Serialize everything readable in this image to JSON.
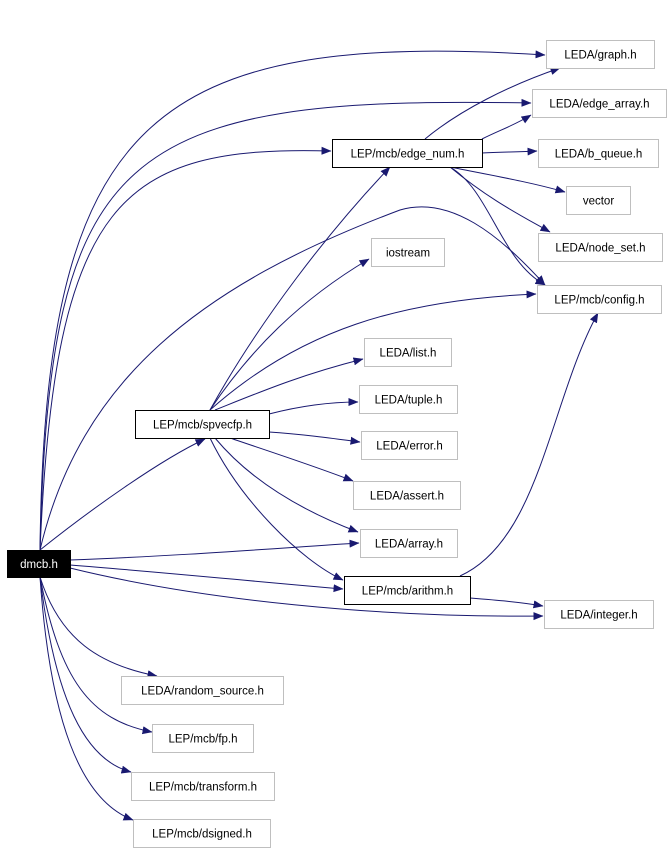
{
  "graph": {
    "root": "dmcb.h",
    "colors": {
      "edge": "#191970",
      "node_border": "#000000",
      "node_border_muted": "#bfbfbf",
      "root_fill": "#000000",
      "root_text": "#ffffff",
      "background": "#ffffff"
    },
    "nodes": [
      {
        "id": "dmcb",
        "label": "dmcb.h",
        "style": "root"
      },
      {
        "id": "graph",
        "label": "LEDA/graph.h",
        "style": "muted"
      },
      {
        "id": "edge_array",
        "label": "LEDA/edge_array.h",
        "style": "muted"
      },
      {
        "id": "edge_num",
        "label": "LEP/mcb/edge_num.h",
        "style": "black"
      },
      {
        "id": "b_queue",
        "label": "LEDA/b_queue.h",
        "style": "muted"
      },
      {
        "id": "vector",
        "label": "vector",
        "style": "muted"
      },
      {
        "id": "node_set",
        "label": "LEDA/node_set.h",
        "style": "muted"
      },
      {
        "id": "iostream",
        "label": "iostream",
        "style": "muted"
      },
      {
        "id": "config",
        "label": "LEP/mcb/config.h",
        "style": "muted"
      },
      {
        "id": "list",
        "label": "LEDA/list.h",
        "style": "muted"
      },
      {
        "id": "tuple",
        "label": "LEDA/tuple.h",
        "style": "muted"
      },
      {
        "id": "spvecfp",
        "label": "LEP/mcb/spvecfp.h",
        "style": "black"
      },
      {
        "id": "error",
        "label": "LEDA/error.h",
        "style": "muted"
      },
      {
        "id": "assert",
        "label": "LEDA/assert.h",
        "style": "muted"
      },
      {
        "id": "array",
        "label": "LEDA/array.h",
        "style": "muted"
      },
      {
        "id": "arithm",
        "label": "LEP/mcb/arithm.h",
        "style": "black"
      },
      {
        "id": "integer",
        "label": "LEDA/integer.h",
        "style": "muted"
      },
      {
        "id": "random",
        "label": "LEDA/random_source.h",
        "style": "muted"
      },
      {
        "id": "fp",
        "label": "LEP/mcb/fp.h",
        "style": "muted"
      },
      {
        "id": "transform",
        "label": "LEP/mcb/transform.h",
        "style": "muted"
      },
      {
        "id": "dsigned",
        "label": "LEP/mcb/dsigned.h",
        "style": "muted"
      }
    ],
    "edges": [
      [
        "dmcb",
        "graph"
      ],
      [
        "dmcb",
        "edge_array"
      ],
      [
        "dmcb",
        "edge_num"
      ],
      [
        "dmcb",
        "config"
      ],
      [
        "dmcb",
        "spvecfp"
      ],
      [
        "dmcb",
        "array"
      ],
      [
        "dmcb",
        "arithm"
      ],
      [
        "dmcb",
        "integer"
      ],
      [
        "dmcb",
        "random"
      ],
      [
        "dmcb",
        "fp"
      ],
      [
        "dmcb",
        "transform"
      ],
      [
        "dmcb",
        "dsigned"
      ],
      [
        "edge_num",
        "graph"
      ],
      [
        "edge_num",
        "edge_array"
      ],
      [
        "edge_num",
        "b_queue"
      ],
      [
        "edge_num",
        "vector"
      ],
      [
        "edge_num",
        "node_set"
      ],
      [
        "edge_num",
        "config"
      ],
      [
        "spvecfp",
        "edge_num"
      ],
      [
        "spvecfp",
        "iostream"
      ],
      [
        "spvecfp",
        "config"
      ],
      [
        "spvecfp",
        "list"
      ],
      [
        "spvecfp",
        "tuple"
      ],
      [
        "spvecfp",
        "error"
      ],
      [
        "spvecfp",
        "assert"
      ],
      [
        "spvecfp",
        "array"
      ],
      [
        "spvecfp",
        "arithm"
      ],
      [
        "arithm",
        "config"
      ],
      [
        "arithm",
        "integer"
      ]
    ]
  }
}
